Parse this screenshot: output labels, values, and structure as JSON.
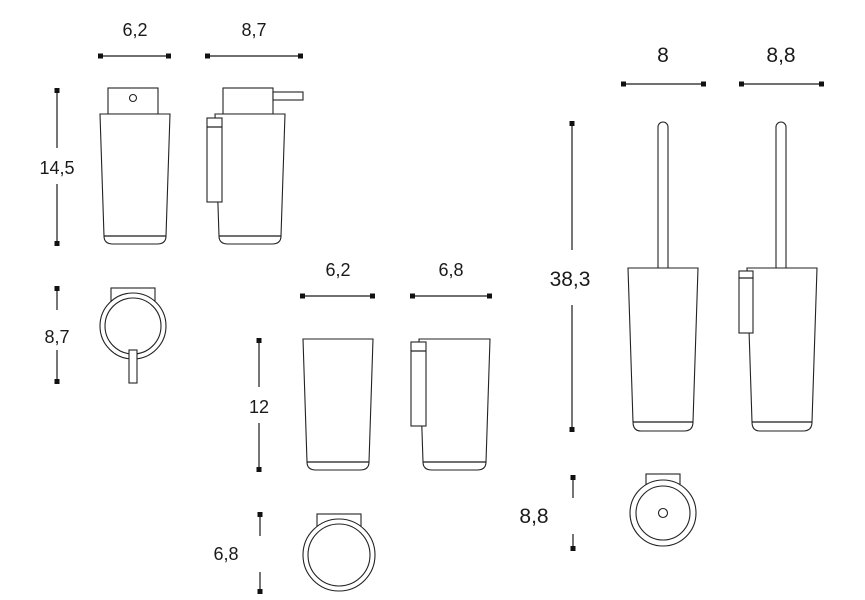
{
  "dimensions": {
    "soap_width_front": "6,2",
    "soap_width_side": "8,7",
    "soap_height": "14,5",
    "soap_depth": "8,7",
    "tumbler_width_front": "6,2",
    "tumbler_width_side": "6,8",
    "tumbler_height": "12",
    "tumbler_depth": "6,8",
    "brush_width_front": "8",
    "brush_width_side": "8,8",
    "brush_height": "38,3",
    "brush_depth": "8,8"
  },
  "colors": {
    "line": "#1a1a1a"
  }
}
